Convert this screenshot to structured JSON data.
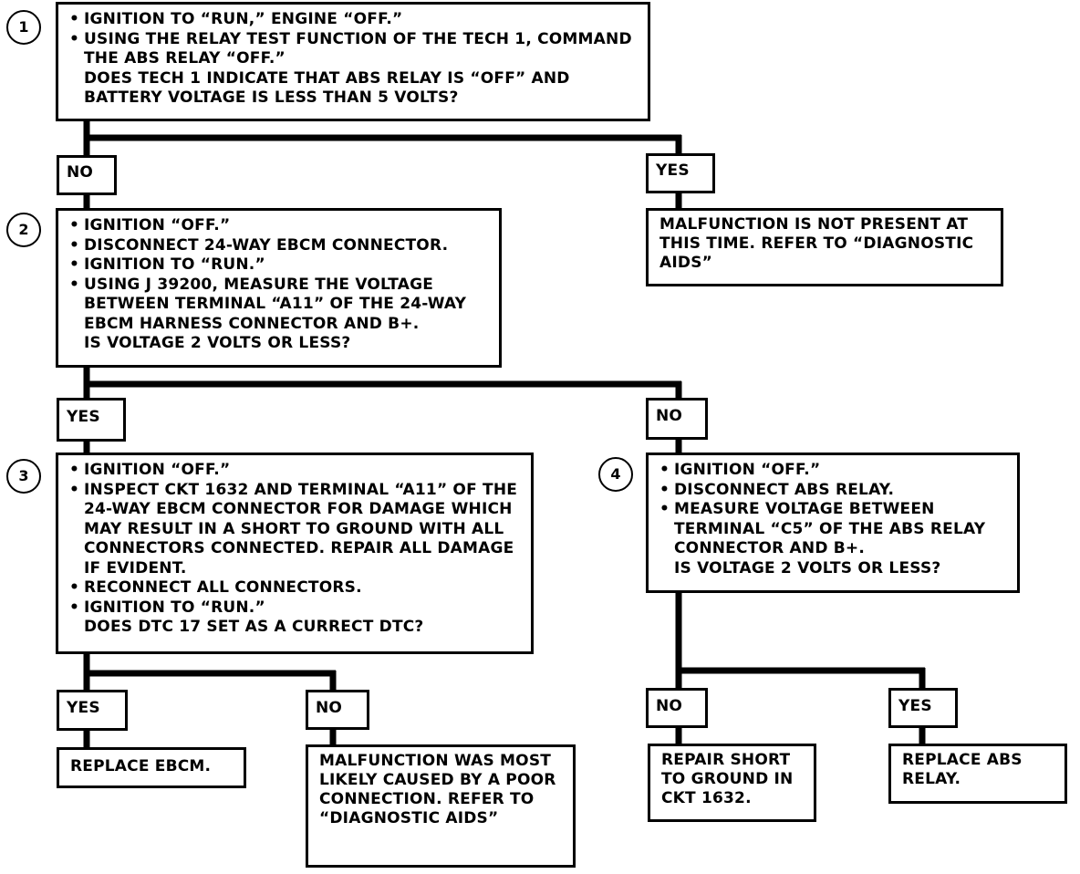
{
  "step1": {
    "number": "1",
    "bullets": [
      "IGNITION TO “RUN,” ENGINE “OFF.”",
      "USING THE RELAY TEST FUNCTION OF THE TECH 1, COMMAND THE ABS RELAY “OFF.”"
    ],
    "question": "DOES TECH 1 INDICATE THAT ABS RELAY IS “OFF” AND BATTERY VOLTAGE IS LESS THAN 5 VOLTS?"
  },
  "step1_no": "NO",
  "step1_yes": "YES",
  "result_not_present": "MALFUNCTION IS NOT PRESENT AT THIS TIME. REFER TO “DIAGNOSTIC AIDS”",
  "step2": {
    "number": "2",
    "bullets": [
      "IGNITION “OFF.”",
      "DISCONNECT 24-WAY EBCM CONNECTOR.",
      "IGNITION TO “RUN.”",
      "USING J 39200, MEASURE THE VOLTAGE BETWEEN TERMINAL “A11” OF THE 24-WAY EBCM HARNESS CONNECTOR AND B+."
    ],
    "question": "IS VOLTAGE 2 VOLTS OR LESS?"
  },
  "step2_yes": "YES",
  "step2_no": "NO",
  "step3": {
    "number": "3",
    "bullets": [
      "IGNITION “OFF.”",
      "INSPECT CKT 1632 AND TERMINAL “A11” OF THE 24-WAY EBCM CONNECTOR FOR DAMAGE WHICH MAY RESULT IN A SHORT TO GROUND WITH ALL CONNECTORS CONNECTED. REPAIR ALL DAMAGE IF EVIDENT.",
      "RECONNECT ALL CONNECTORS.",
      "IGNITION TO “RUN.”"
    ],
    "question": "DOES DTC 17 SET AS A CURRECT DTC?"
  },
  "step4": {
    "number": "4",
    "bullets": [
      "IGNITION “OFF.”",
      "DISCONNECT ABS RELAY.",
      "MEASURE VOLTAGE BETWEEN TERMINAL “C5” OF THE ABS RELAY CONNECTOR AND B+."
    ],
    "question": "IS VOLTAGE 2 VOLTS OR LESS?"
  },
  "step3_yes": "YES",
  "step3_no": "NO",
  "step4_no": "NO",
  "step4_yes": "YES",
  "result_replace_ebcm": "REPLACE EBCM.",
  "result_poor_connection": "MALFUNCTION WAS MOST LIKELY CAUSED BY A POOR CONNECTION. REFER TO “DIAGNOSTIC AIDS”",
  "result_repair_short": "REPAIR SHORT TO GROUND IN CKT 1632.",
  "result_replace_relay": "REPLACE ABS RELAY.",
  "colors": {
    "ink": "#000000",
    "paper": "#ffffff"
  }
}
